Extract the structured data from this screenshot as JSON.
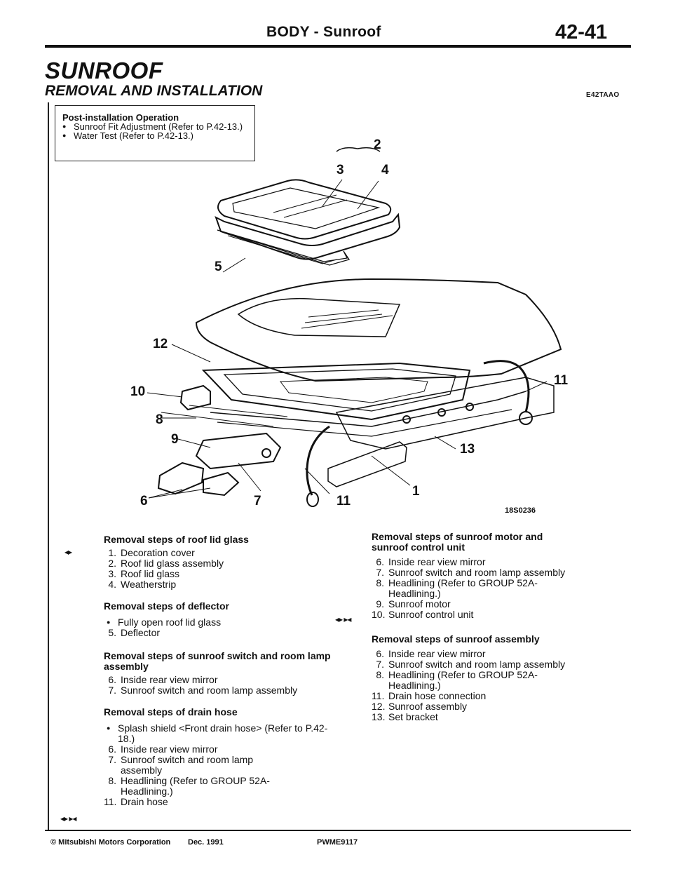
{
  "header": {
    "title": "BODY - Sunroof",
    "page_number": "42-41"
  },
  "section_title": "SUNROOF",
  "subsection": {
    "title": "REMOVAL AND INSTALLATION",
    "code": "E42TAAO"
  },
  "post_installation": {
    "title": "Post-installation Operation",
    "items": [
      "Sunroof Fit Adjustment (Refer to P.42-13.)",
      "Water Test (Refer to P.42-13.)"
    ]
  },
  "diagram": {
    "figure_code": "18S0236",
    "callouts": [
      "2",
      "3",
      "4",
      "5",
      "12",
      "10",
      "8",
      "9",
      "6",
      "7",
      "11",
      "11",
      "13",
      "1"
    ]
  },
  "left_column": {
    "roof_lid": {
      "heading": "Removal steps of roof lid glass",
      "items": [
        {
          "n": "1.",
          "t": "Decoration cover"
        },
        {
          "n": "2.",
          "t": "Roof lid glass assembly"
        },
        {
          "n": "3.",
          "t": "Roof lid glass"
        },
        {
          "n": "4.",
          "t": "Weatherstrip"
        }
      ]
    },
    "deflector": {
      "heading": "Removal steps of deflector",
      "bullet": "Fully open roof lid glass",
      "items": [
        {
          "n": "5.",
          "t": "Deflector"
        }
      ]
    },
    "switch": {
      "heading": "Removal steps of sunroof switch and room lamp assembly",
      "items": [
        {
          "n": "6.",
          "t": "Inside rear view mirror"
        },
        {
          "n": "7.",
          "t": "Sunroof switch and room lamp assembly"
        }
      ]
    },
    "drain": {
      "heading": "Removal steps of drain hose",
      "bullet": "Splash shield <Front drain hose> (Refer to P.42-18.)",
      "items": [
        {
          "n": "6.",
          "t": "Inside rear view mirror"
        },
        {
          "n": "7.",
          "t": "Sunroof switch and room lamp assembly"
        },
        {
          "n": "8.",
          "t": "Headlining (Refer to GROUP 52A-Headlining.)"
        },
        {
          "n": "11.",
          "t": "Drain hose"
        }
      ]
    }
  },
  "right_column": {
    "motor": {
      "heading": "Removal steps of sunroof motor and sunroof control unit",
      "items": [
        {
          "n": "6.",
          "t": "Inside rear view mirror"
        },
        {
          "n": "7.",
          "t": "Sunroof switch and room lamp assembly"
        },
        {
          "n": "8.",
          "t": "Headlining (Refer to GROUP 52A-Headlining.)"
        },
        {
          "n": "9.",
          "t": "Sunroof motor"
        },
        {
          "n": "10.",
          "t": "Sunroof control unit"
        }
      ]
    },
    "assembly": {
      "heading": "Removal steps of sunroof assembly",
      "items": [
        {
          "n": "6.",
          "t": "Inside rear view mirror"
        },
        {
          "n": "7.",
          "t": "Sunroof switch and room lamp assembly"
        },
        {
          "n": "8.",
          "t": "Headlining (Refer to GROUP 52A-Headlining.)"
        },
        {
          "n": "11.",
          "t": "Drain hose connection"
        },
        {
          "n": "12.",
          "t": "Sunroof assembly"
        },
        {
          "n": "13.",
          "t": "Set bracket"
        }
      ]
    }
  },
  "markers": {
    "single": "◂▸",
    "double": "◂▸ ▸◂"
  },
  "footer": {
    "copyright": "© Mitsubishi Motors Corporation",
    "date": "Dec. 1991",
    "doc_code": "PWME9117"
  }
}
